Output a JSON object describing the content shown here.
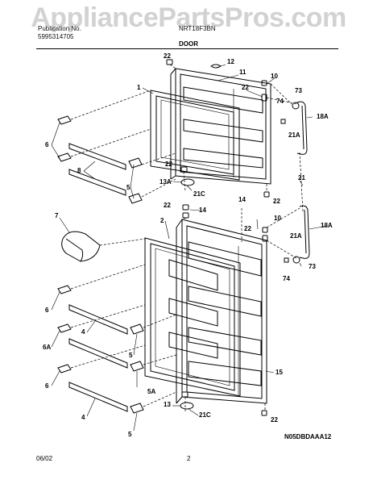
{
  "watermark": "AppliancePartsPros.com",
  "header": {
    "left_line1": "Publication No.",
    "left_line2": "5995314705",
    "model": "NRT18F3BN",
    "section": "DOOR"
  },
  "callouts": {
    "c22_top": "22",
    "c12": "12",
    "c11": "11",
    "c10_top": "10",
    "c22_hinge": "22",
    "c73_top": "73",
    "c74_top": "74",
    "c18A_top": "18A",
    "c1": "1",
    "c6_upper": "6",
    "c8": "8",
    "c5_upper": "5",
    "c22_mid": "22",
    "c13A": "13A",
    "c21C_upper": "21C",
    "c21A_top": "21A",
    "c21": "21",
    "c14_left": "14",
    "c22_b": "22",
    "c22_c": "22",
    "c14_right": "14",
    "c10_bottom": "10",
    "c22_d": "22",
    "c18A_bottom": "18A",
    "c21A_bottom": "21A",
    "c73_bottom": "73",
    "c74_bottom": "74",
    "c7": "7",
    "c2": "2",
    "c6_mid": "6",
    "c4_upper": "4",
    "c6A": "6A",
    "c5_mid": "5",
    "c15": "15",
    "c6_lower": "6",
    "c5A": "5A",
    "c4_lower": "4",
    "c13": "13",
    "c21C_lower": "21C",
    "c22_bottom": "22",
    "c5_lower": "5"
  },
  "footer": {
    "date": "06/02",
    "page": "2",
    "drawing_code": "N05DBDAAA12"
  }
}
